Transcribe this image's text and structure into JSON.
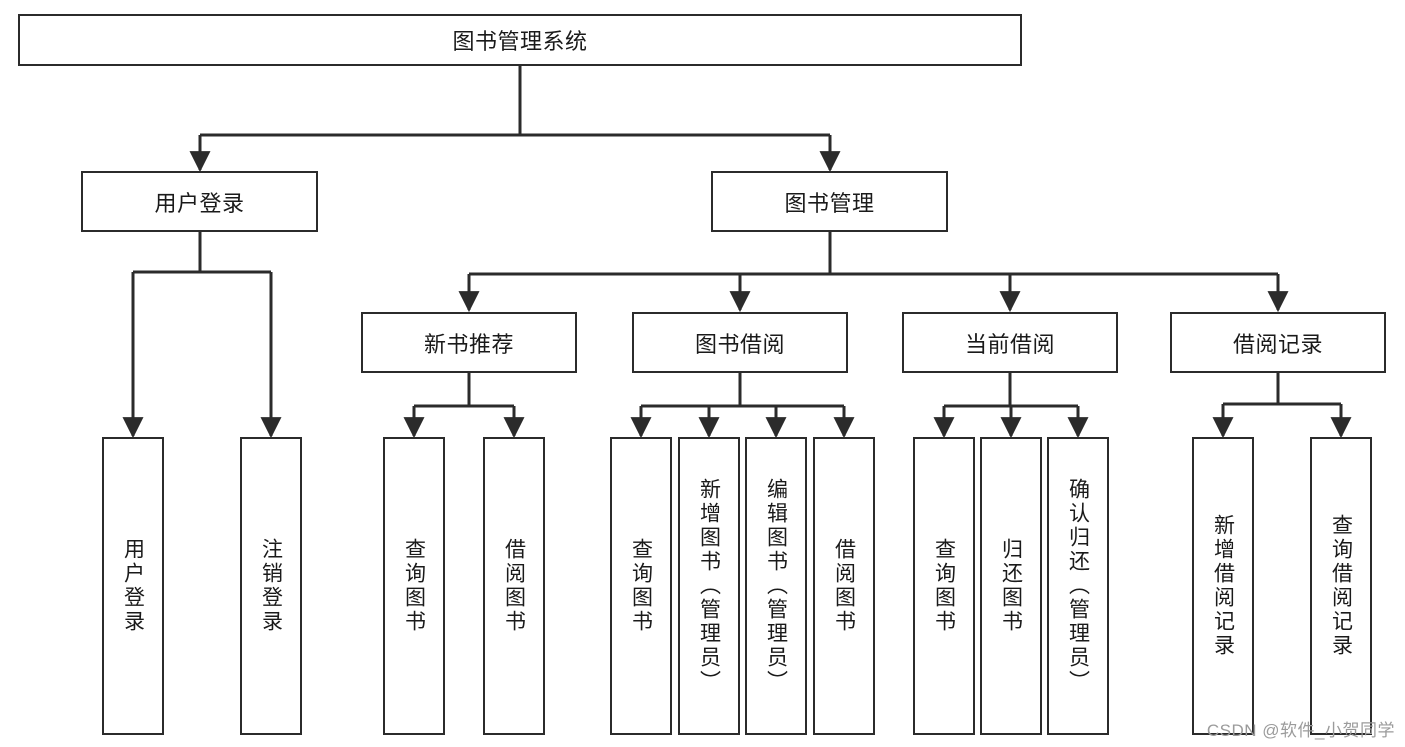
{
  "diagram": {
    "title": "图书管理系统",
    "type": "tree-hierarchy",
    "watermark": "CSDN @软件_小贺同学",
    "colors": {
      "stroke": "#2b2b2b",
      "fill": "#ffffff",
      "text": "#1a1a1a",
      "watermark": "#9b9b9b"
    },
    "levels": {
      "root": {
        "label": "图书管理系统"
      },
      "level2": [
        {
          "label": "用户登录"
        },
        {
          "label": "图书管理"
        }
      ],
      "level3": [
        {
          "label": "新书推荐"
        },
        {
          "label": "图书借阅"
        },
        {
          "label": "当前借阅"
        },
        {
          "label": "借阅记录"
        }
      ],
      "leaves": {
        "user_login": [
          {
            "label": "用户登录"
          },
          {
            "label": "注销登录"
          }
        ],
        "new_book_recommend": [
          {
            "label": "查询图书"
          },
          {
            "label": "借阅图书"
          }
        ],
        "book_borrow": [
          {
            "label": "查询图书"
          },
          {
            "label": "新增图书（管理员）"
          },
          {
            "label": "编辑图书（管理员）"
          },
          {
            "label": "借阅图书"
          }
        ],
        "current_borrow": [
          {
            "label": "查询图书"
          },
          {
            "label": "归还图书"
          },
          {
            "label": "确认归还（管理员）"
          }
        ],
        "borrow_record": [
          {
            "label": "新增借阅记录"
          },
          {
            "label": "查询借阅记录"
          }
        ]
      }
    }
  }
}
